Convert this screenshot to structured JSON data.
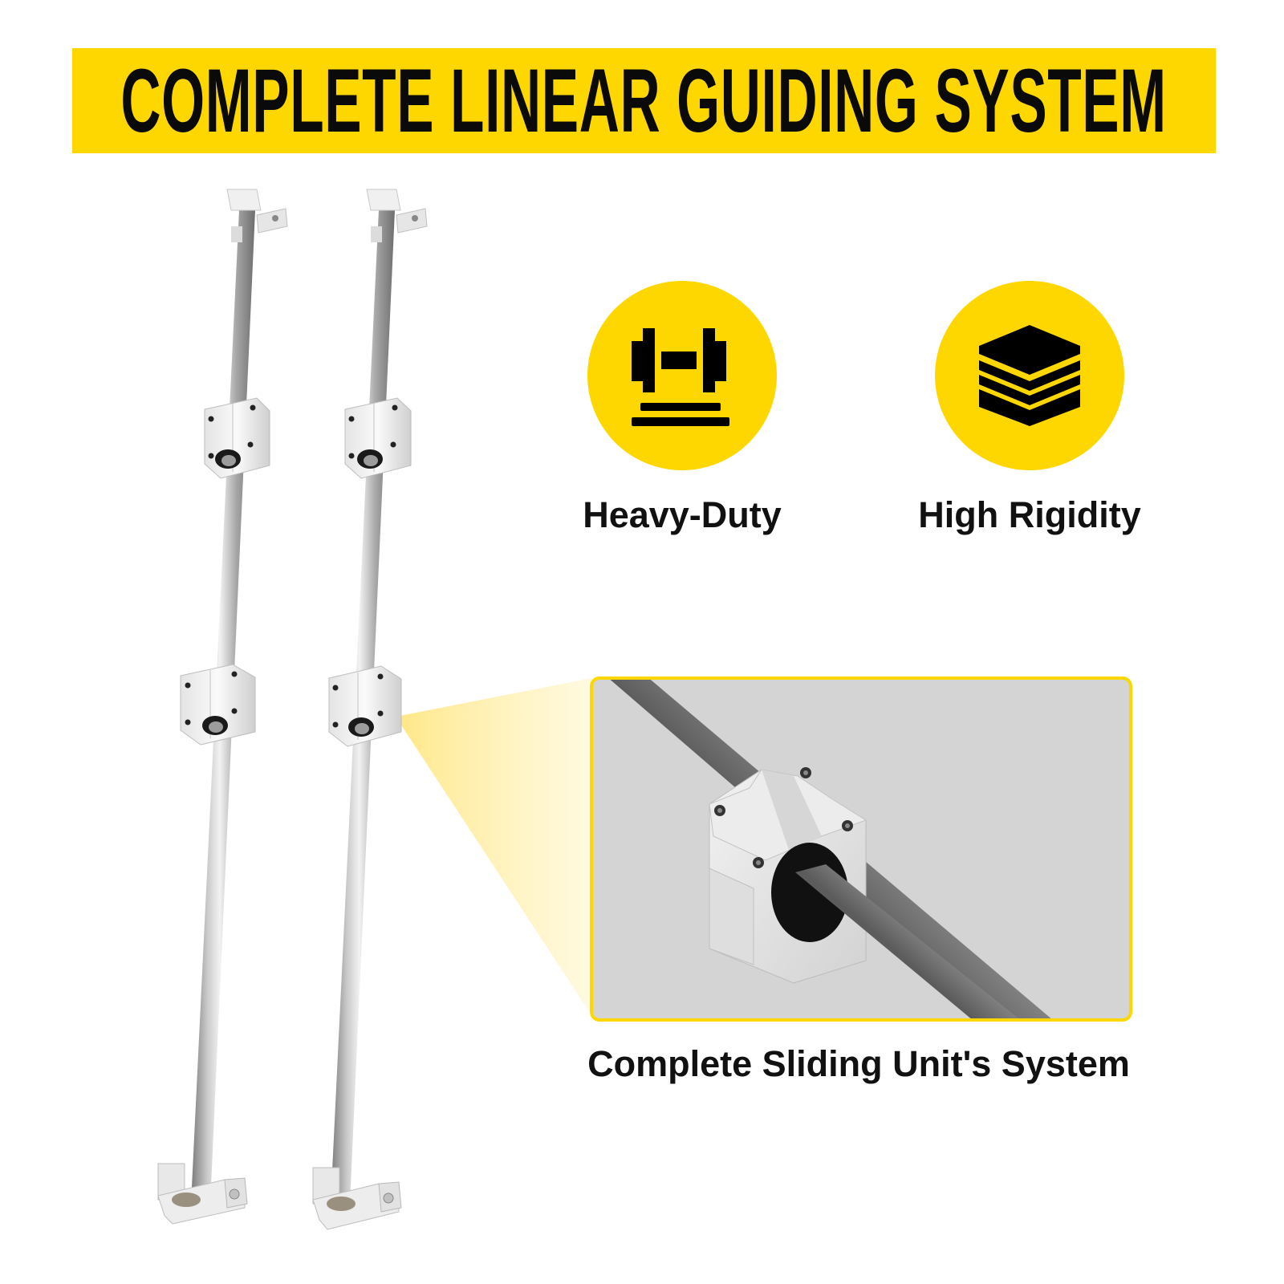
{
  "banner": {
    "title": "COMPLETE LINEAR GUIDING SYSTEM",
    "background": "#FFD700",
    "text_color": "#0a0a0a"
  },
  "product_image": {
    "description": "Two parallel linear guide rods, each with two end support brackets and two linear bearing slide blocks",
    "rod_count": 2,
    "sliders_per_rod": 2,
    "supports_per_rod": 2
  },
  "features": [
    {
      "label": "Heavy-Duty",
      "icon": "dumbbell-on-base-icon",
      "circle_color": "#FFD700"
    },
    {
      "label": "High Rigidity",
      "icon": "stacked-layers-icon",
      "circle_color": "#FFD700"
    }
  ],
  "detail": {
    "caption": "Complete Sliding Unit's System",
    "panel_border_color": "#FFD700",
    "panel_background": "#d4d4d4",
    "highlight_beam_color": "#FFE680"
  }
}
